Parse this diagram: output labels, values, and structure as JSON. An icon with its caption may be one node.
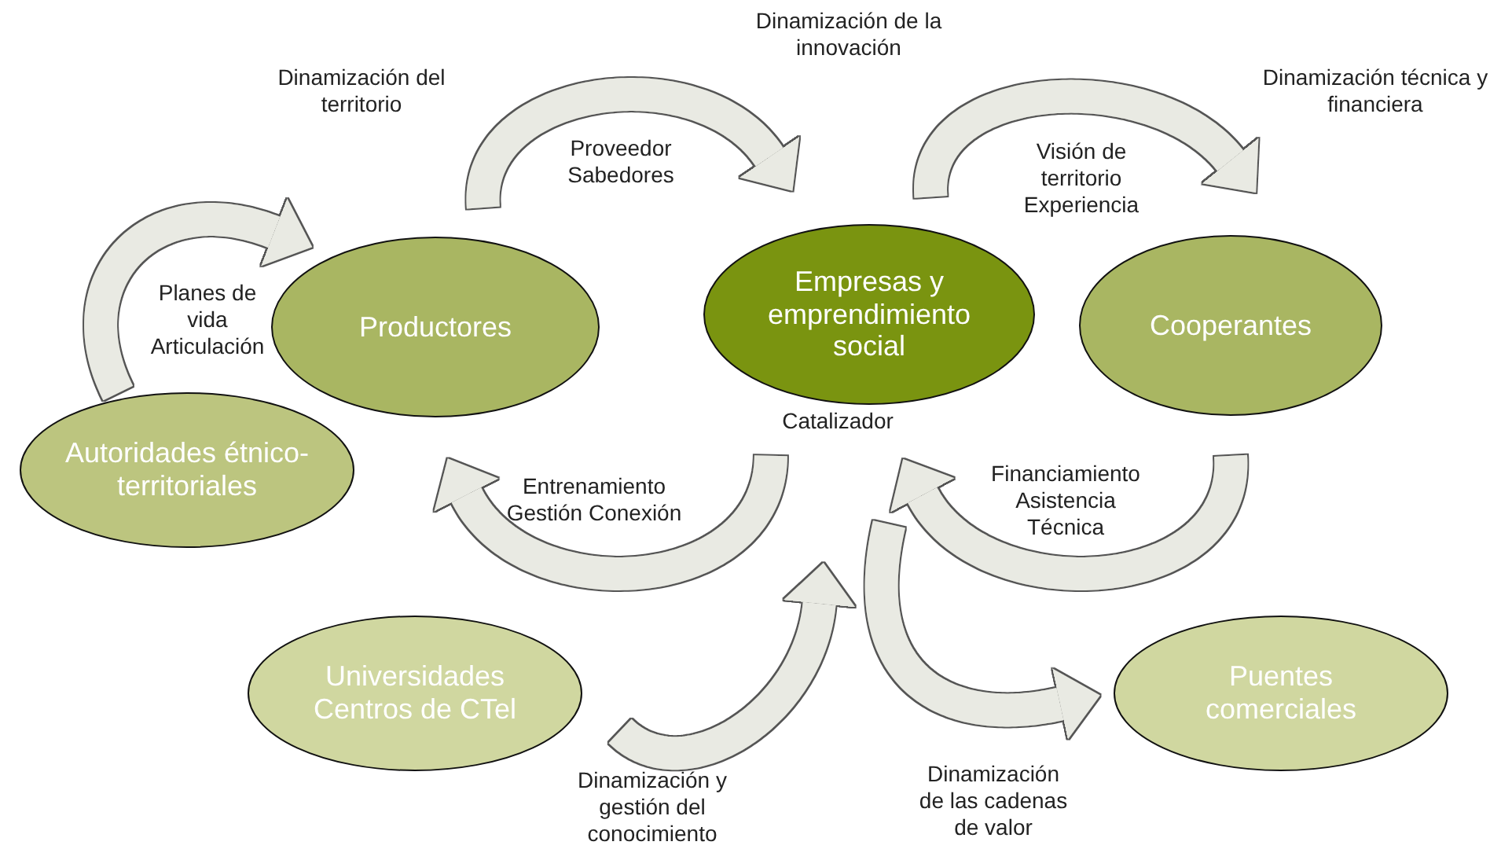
{
  "diagram": {
    "nodes": [
      {
        "text": [
          "Productores"
        ]
      },
      {
        "text": [
          "Empresas y emprendimiento social"
        ],
        "beside": [
          "Catalizador"
        ]
      },
      {
        "text": [
          "Cooperantes"
        ]
      },
      {
        "text": [
          "Autoridades étnico-territoriales"
        ]
      },
      {
        "text": [
          "Universidades Centros de CTel"
        ]
      },
      {
        "text": [
          "Puentes comerciales"
        ]
      }
    ],
    "edges": [
      {
        "from": 0,
        "to": 1,
        "arrow": "to",
        "label": "Proveedor Sabedores"
      },
      {
        "from": 1,
        "to": 2,
        "arrow": "to",
        "label": "Visión de territorio Experiencia"
      },
      {
        "from": 3,
        "to": 0,
        "arrow": "to",
        "label": "Planes de vida Articulación"
      },
      {
        "from": 1,
        "to": 0,
        "arrow": "to",
        "label": "Entrenamiento Gestión Conexión"
      },
      {
        "from": 2,
        "to": 1,
        "arrow": "to",
        "label": "Financiamiento Asistencia Técnica"
      },
      {
        "from": 4,
        "to": 1,
        "arrow": "to",
        "label": "Dinamización y gestión del conocimiento"
      },
      {
        "from": 1,
        "to": 5,
        "arrow": "to",
        "label": "Dinamización de las cadenas de valor"
      }
    ],
    "labels": [
      "Dinamización del territorio",
      "Dinamización de la innovación",
      "Dinamización técnica y financiera"
    ]
  }
}
